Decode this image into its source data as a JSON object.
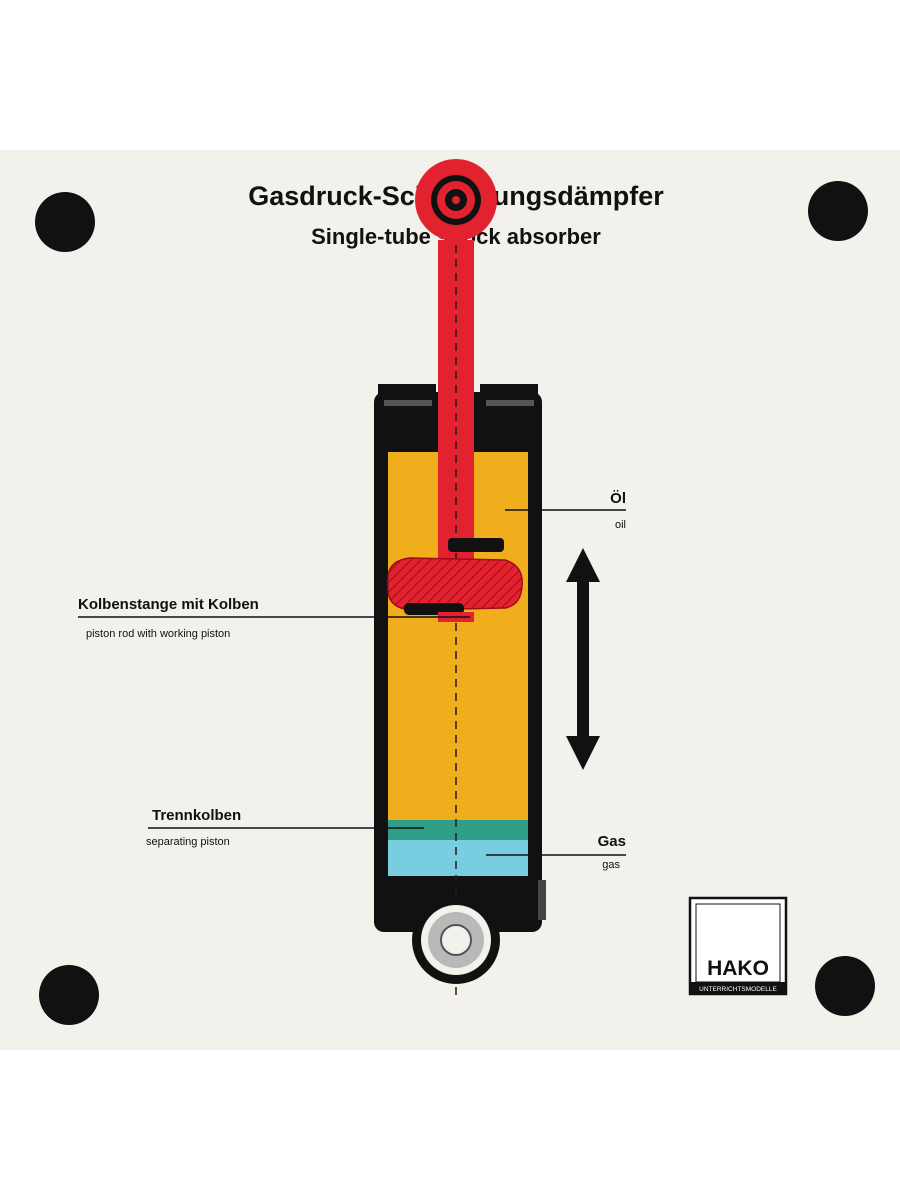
{
  "title_de": "Gasdruck-Schwingungsdämpfer",
  "title_en": "Single-tube shock absorber",
  "labels": {
    "oil_de": "Öl",
    "oil_en": "oil",
    "piston_de": "Kolbenstange mit Kolben",
    "piston_en": "piston rod with working piston",
    "separator_de": "Trennkolben",
    "separator_en": "separating piston",
    "gas_de": "Gas",
    "gas_en": "gas"
  },
  "logo": {
    "brand": "HAKO",
    "tagline": "UNTERRICHTSMODELLE"
  },
  "colors": {
    "board": "#f3f1ec",
    "oil": "#f0ae1c",
    "gas": "#78cde0",
    "separator": "#2f9e88",
    "rod": "#e32230",
    "rod_dark": "#b0101c",
    "tube": "#111111"
  },
  "icons": {
    "motion_arrow": "double-arrow-vertical-icon",
    "mount_hole": "mounting-hole-icon"
  }
}
